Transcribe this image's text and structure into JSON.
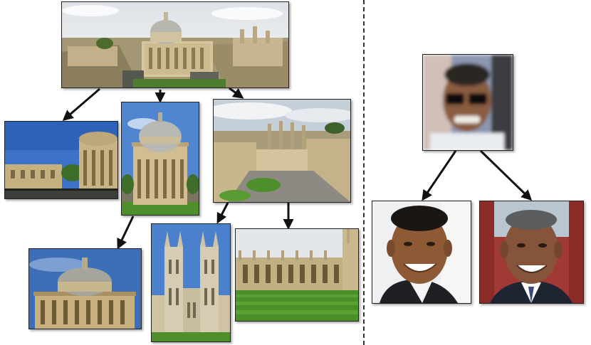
{
  "left_panel": {
    "root": "panorama-of-domed-library-and-colleges",
    "children": [
      "library-rotunda-side-view",
      "library-rotunda-aerial-view",
      "college-quadrangle-aerial-view"
    ],
    "grandchildren": [
      "library-dome-close-up",
      "twin-gothic-towers",
      "college-lawn-facade"
    ]
  },
  "right_panel": {
    "root": "blurred-face-with-sunglasses",
    "children": [
      "smiling-man-portrait-1",
      "smiling-man-portrait-2"
    ]
  },
  "colors": {
    "arrow": "#111111",
    "border": "#222222",
    "sky": "#5b89c6",
    "stone": "#c9b58c",
    "grass": "#4e8f2c"
  }
}
